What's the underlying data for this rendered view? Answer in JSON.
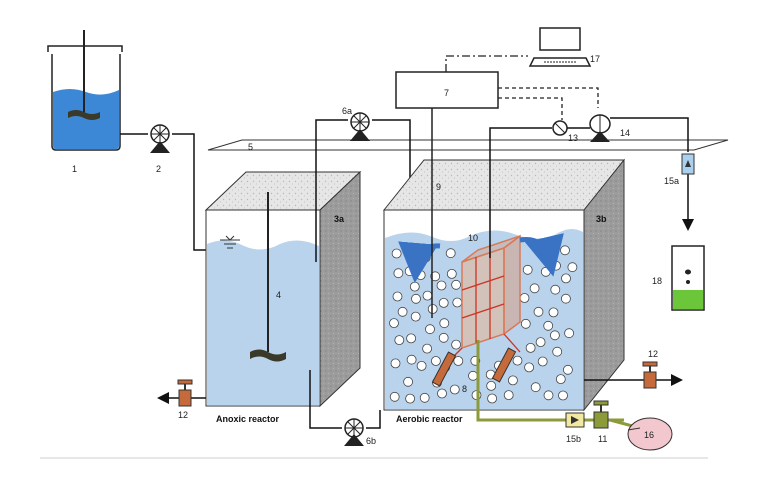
{
  "labels": {
    "n1": "1",
    "n2": "2",
    "n3a": "3a",
    "n3b": "3b",
    "n4": "4",
    "n5": "5",
    "n6a": "6a",
    "n6b": "6b",
    "n7": "7",
    "n8": "8",
    "n9": "9",
    "n10": "10",
    "n11": "11",
    "n12_left": "12",
    "n12_right": "12",
    "n13": "13",
    "n14": "14",
    "n15a": "15a",
    "n15b": "15b",
    "n16": "16",
    "n17": "17",
    "n18": "18"
  },
  "reactors": {
    "anoxic": "Anoxic reactor",
    "aerobic": "Aerobic reactor"
  },
  "colors": {
    "water": "#b9d3ec",
    "feed_water": "#3d88d6",
    "froth": "#e0e0e0",
    "pipe": "#111111",
    "air_line": "#8c9a3a",
    "valve": "#c56a3a",
    "blower": "#f2c7cd",
    "effluent": "#6cc63a",
    "arrow": "#3a72c4",
    "module": "#d77a5a"
  }
}
